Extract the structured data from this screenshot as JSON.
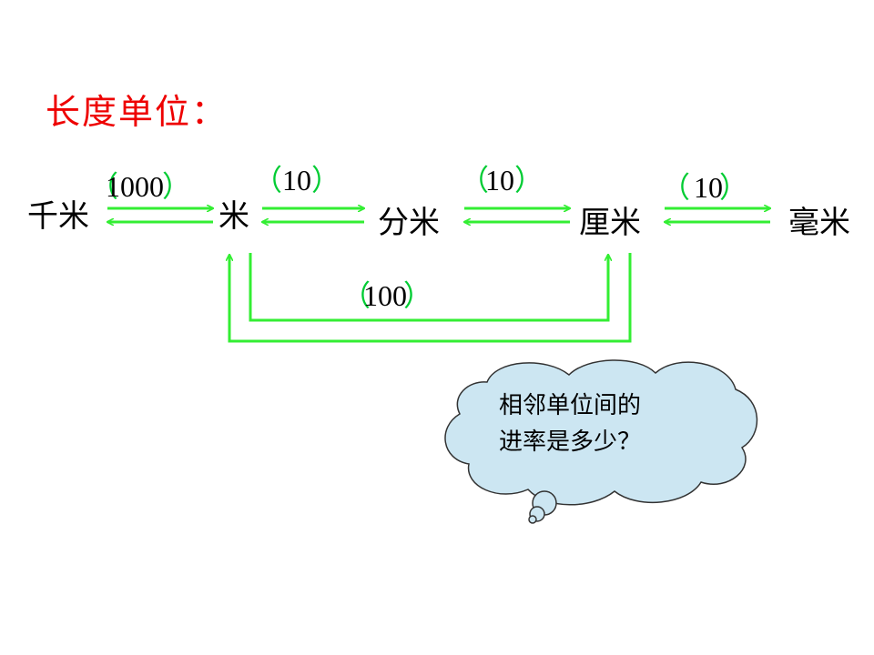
{
  "title": "长度单位：",
  "units": {
    "km": "千米",
    "m": "米",
    "dm": "分米",
    "cm": "厘米",
    "mm": "毫米"
  },
  "rates": {
    "km_m": "1000",
    "m_dm": "10",
    "dm_cm": "10",
    "cm_mm": "10",
    "m_cm": "100"
  },
  "paren_open": "（",
  "paren_close": "）",
  "bubble": {
    "line1": "相邻单位间的",
    "line2": "进率是多少？"
  },
  "colors": {
    "title": "#ee0000",
    "arrows": "#33ee33",
    "parens": "#00cc33",
    "bubble_fill": "#cce6f2",
    "bubble_stroke": "#333333"
  }
}
